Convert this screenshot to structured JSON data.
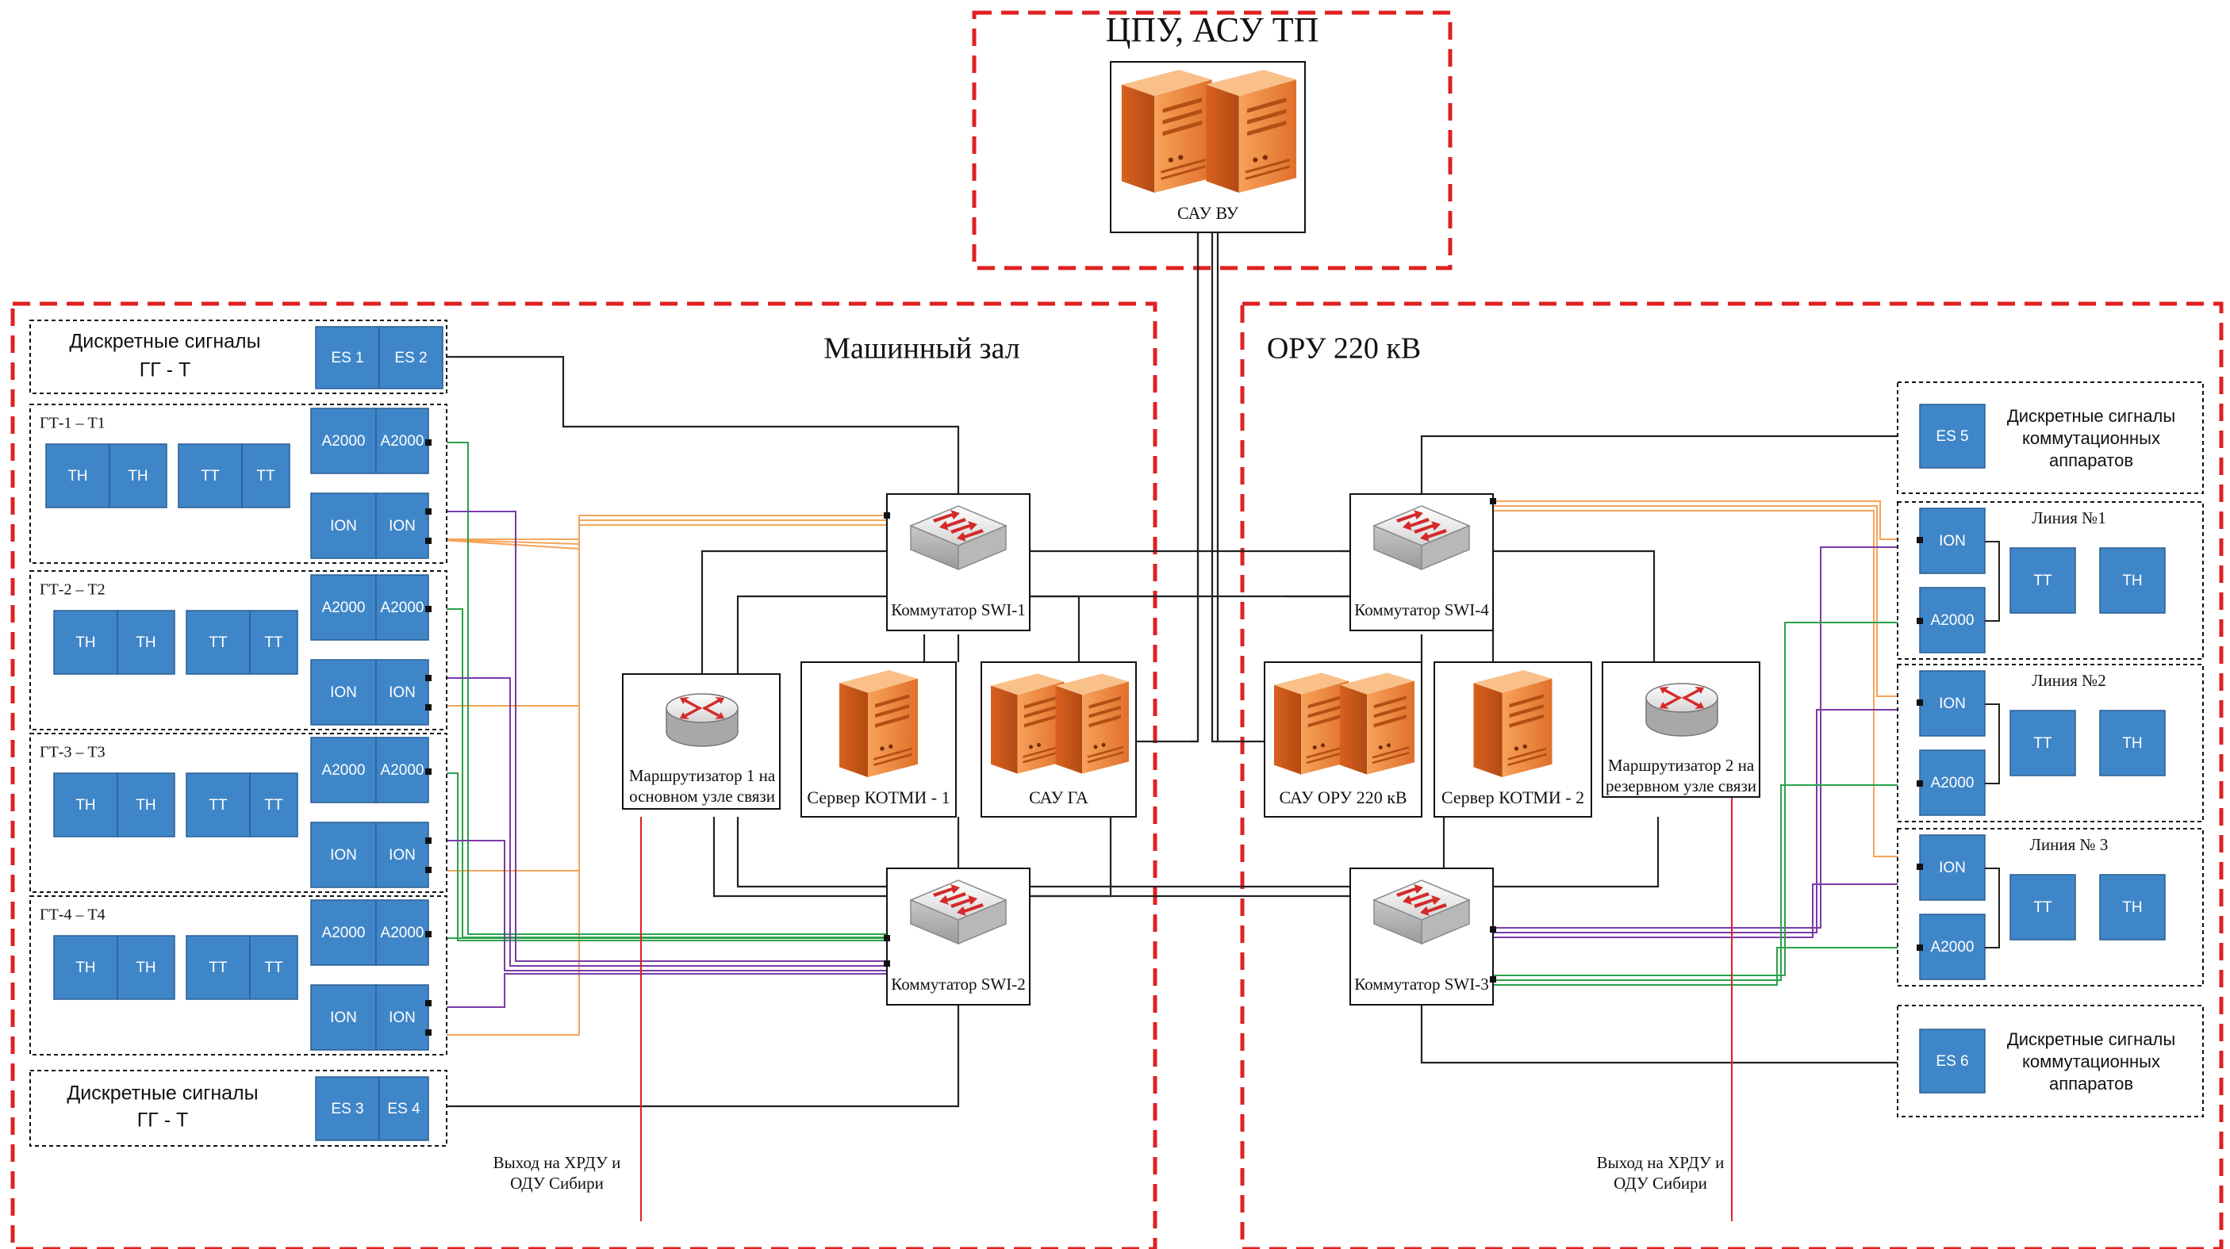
{
  "zones": {
    "cpu": "ЦПУ, АСУ ТП",
    "machine_hall": "Машинный зал",
    "oru": "ОРУ 220 кВ"
  },
  "servers": {
    "sau_vu": "САУ ВУ",
    "kotmi1": "Сервер КОТМИ - 1",
    "sau_ga": "САУ ГА",
    "sau_oru": "САУ ОРУ 220 кВ",
    "kotmi2": "Сервер КОТМИ - 2"
  },
  "switches": {
    "swi1": "Коммутатор SWI-1",
    "swi2": "Коммутатор SWI-2",
    "swi3": "Коммутатор SWI-3",
    "swi4": "Коммутатор SWI-4"
  },
  "routers": {
    "r1_line1": "Маршрутизатор 1 на",
    "r1_line2": "основном узле связи",
    "r2_line1": "Маршрутизатор 2 на",
    "r2_line2": "резервном узле связи"
  },
  "left_panels": {
    "discrete_top_l1": "Дискретные сигналы",
    "discrete_top_l2": "ГГ - Т",
    "discrete_bot_l1": "Дискретные сигналы",
    "discrete_bot_l2": "ГГ - Т",
    "gt1": "ГТ-1 – Т1",
    "gt2": "ГТ-2 – Т2",
    "gt3": "ГТ-3 – Т3",
    "gt4": "ГТ-4 – Т4"
  },
  "right_panels": {
    "discrete_l1": "Дискретные сигналы",
    "discrete_l2": "коммутационных",
    "discrete_l3": "аппаратов",
    "line1": "Линия №1",
    "line2": "Линия №2",
    "line3": "Линия № 3"
  },
  "devices": {
    "th": "ТН",
    "tt": "ТТ",
    "ion": "ION",
    "a2000": "A2000",
    "es1": "ES 1",
    "es2": "ES 2",
    "es3": "ES 3",
    "es4": "ES 4",
    "es5": "ES 5",
    "es6": "ES 6"
  },
  "exits": {
    "line1": "Выход на ХРДУ и",
    "line2": "ОДУ Сибири"
  },
  "colors": {
    "zone_border": "#e02020",
    "device_fill": "#3f86c8",
    "server_orange": "#f08a3c",
    "link_orange": "#f5a35a",
    "link_green": "#2aa24a",
    "link_purple": "#7a3aa8",
    "exit_red": "#e02020"
  }
}
